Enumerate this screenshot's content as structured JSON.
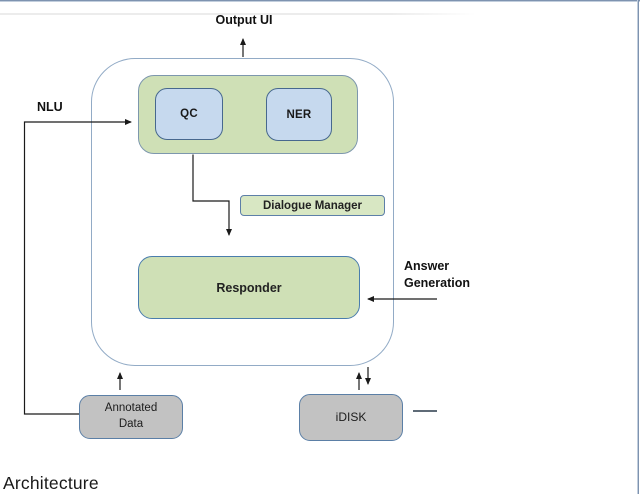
{
  "figure": {
    "caption": "Architecture",
    "labels": {
      "output_ui": "Output UI",
      "nlu": "NLU",
      "answer_generation": "Answer\nGeneration"
    },
    "nodes": {
      "qc": "QC",
      "ner": "NER",
      "dialogue_manager": "Dialogue Manager",
      "responder": "Responder",
      "annotated_data": "Annotated\nData",
      "idisk": "iDISK"
    },
    "colors": {
      "green_fill": "#cfe0b6",
      "blue_fill": "#c6d9ee",
      "gray_fill": "#c2c2c2",
      "node_border": "#47688e",
      "container_border": "#92abc6",
      "page_border": "#7e93b0",
      "line_color": "#1a1a1a"
    }
  }
}
